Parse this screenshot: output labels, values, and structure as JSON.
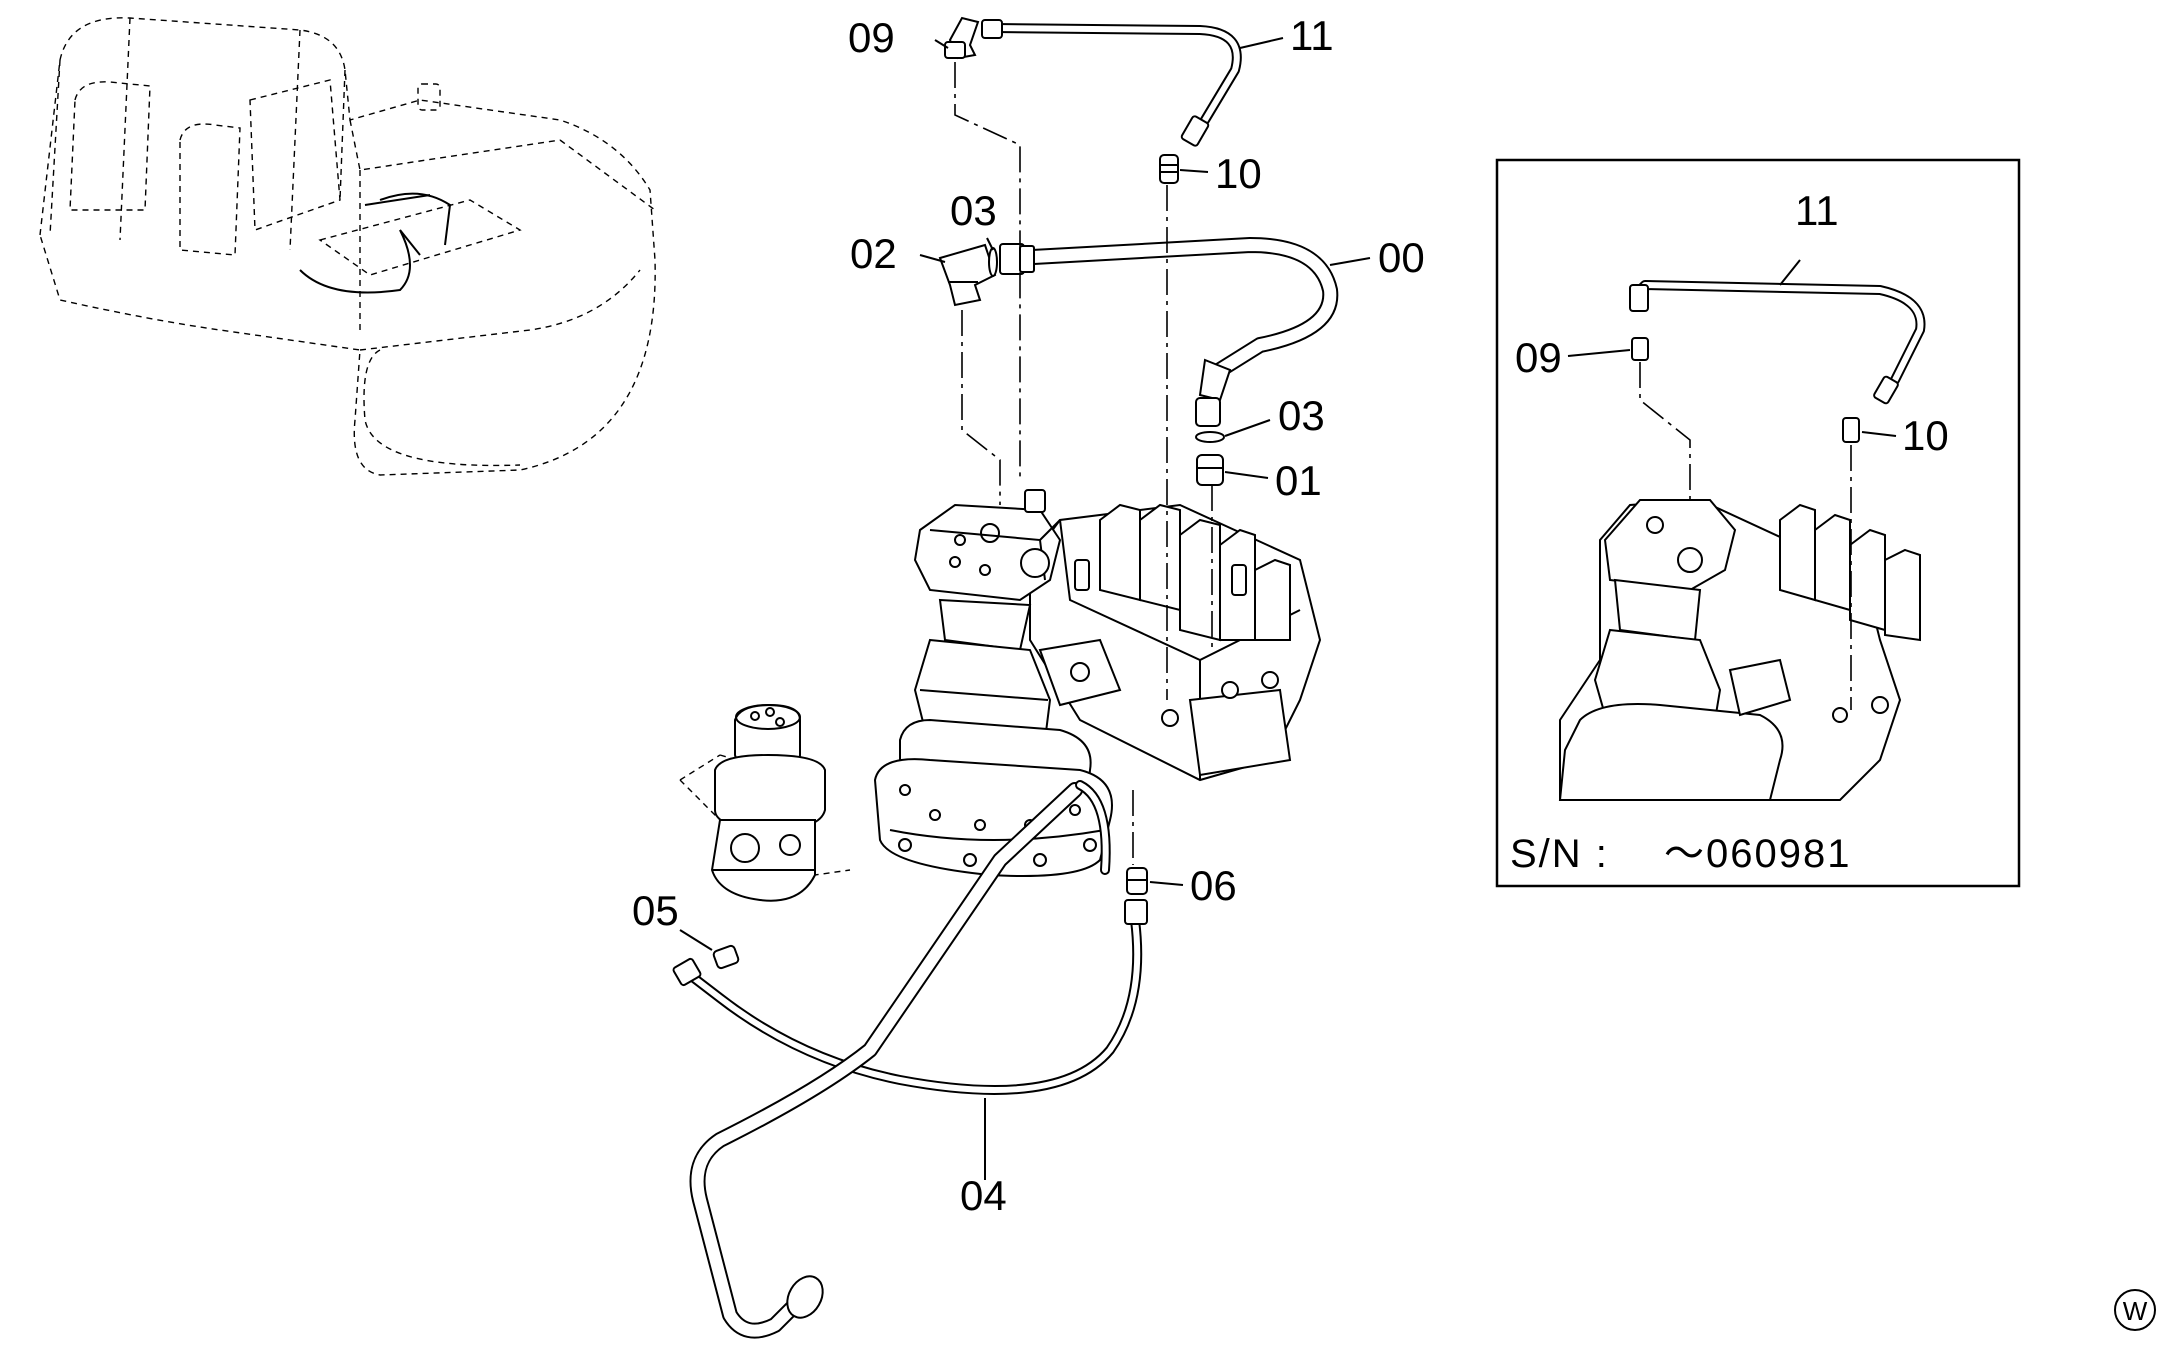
{
  "callouts": {
    "c00": "00",
    "c01": "01",
    "c02": "02",
    "c03a": "03",
    "c03b": "03",
    "c04": "04",
    "c05": "05",
    "c06": "06",
    "c09": "09",
    "c10": "10",
    "c11": "11"
  },
  "inset": {
    "c09": "09",
    "c10": "10",
    "c11": "11",
    "serial_label": "S/N  :",
    "serial_value": "～060981"
  },
  "watermark": "W",
  "icons": {
    "excavator": "excavator-locator-icon",
    "valve": "swing-motor-valve-assembly-icon",
    "swivel": "center-joint-icon"
  }
}
